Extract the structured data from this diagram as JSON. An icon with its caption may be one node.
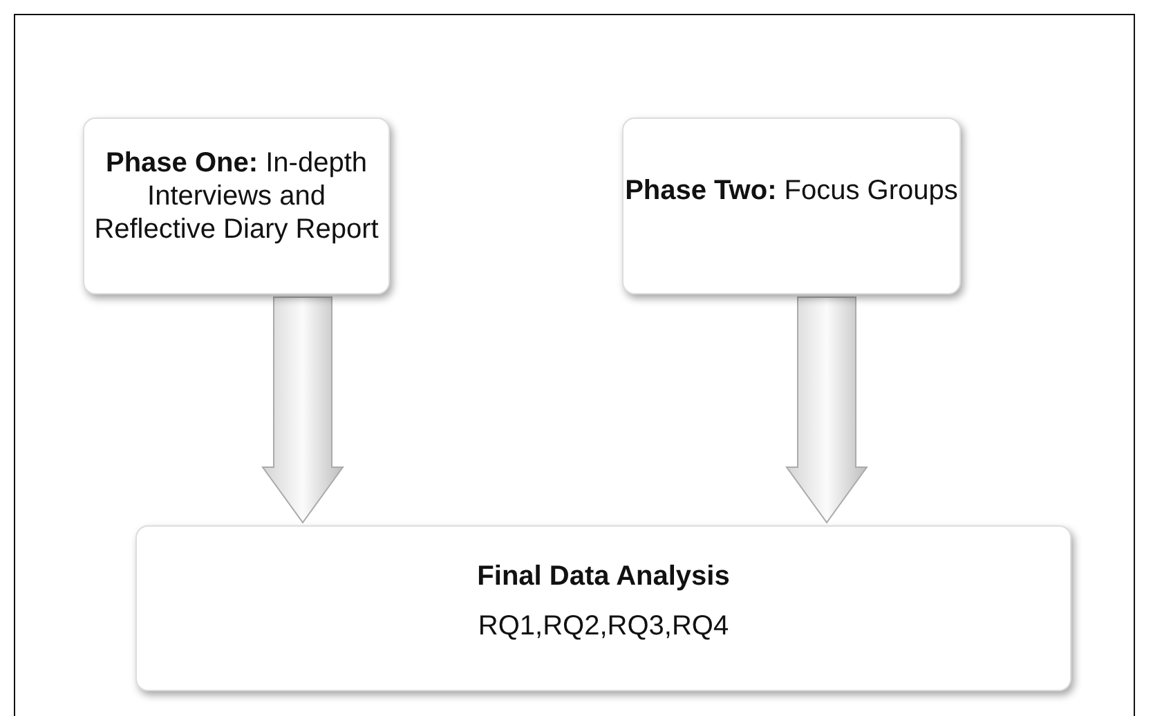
{
  "diagram": {
    "nodes": [
      {
        "text": [
          "**Phase One:** In-depth Interviews and Reflective Diary Report"
        ]
      },
      {
        "text": [
          "**Phase Two:** Focus Groups"
        ]
      },
      {
        "text": [
          "Final Data Analysis",
          "RQ1,RQ2,RQ3,RQ4"
        ]
      }
    ],
    "edges": [
      {
        "from": 0,
        "to": 2,
        "arrow": "to"
      },
      {
        "from": 1,
        "to": 2,
        "arrow": "to"
      }
    ]
  }
}
